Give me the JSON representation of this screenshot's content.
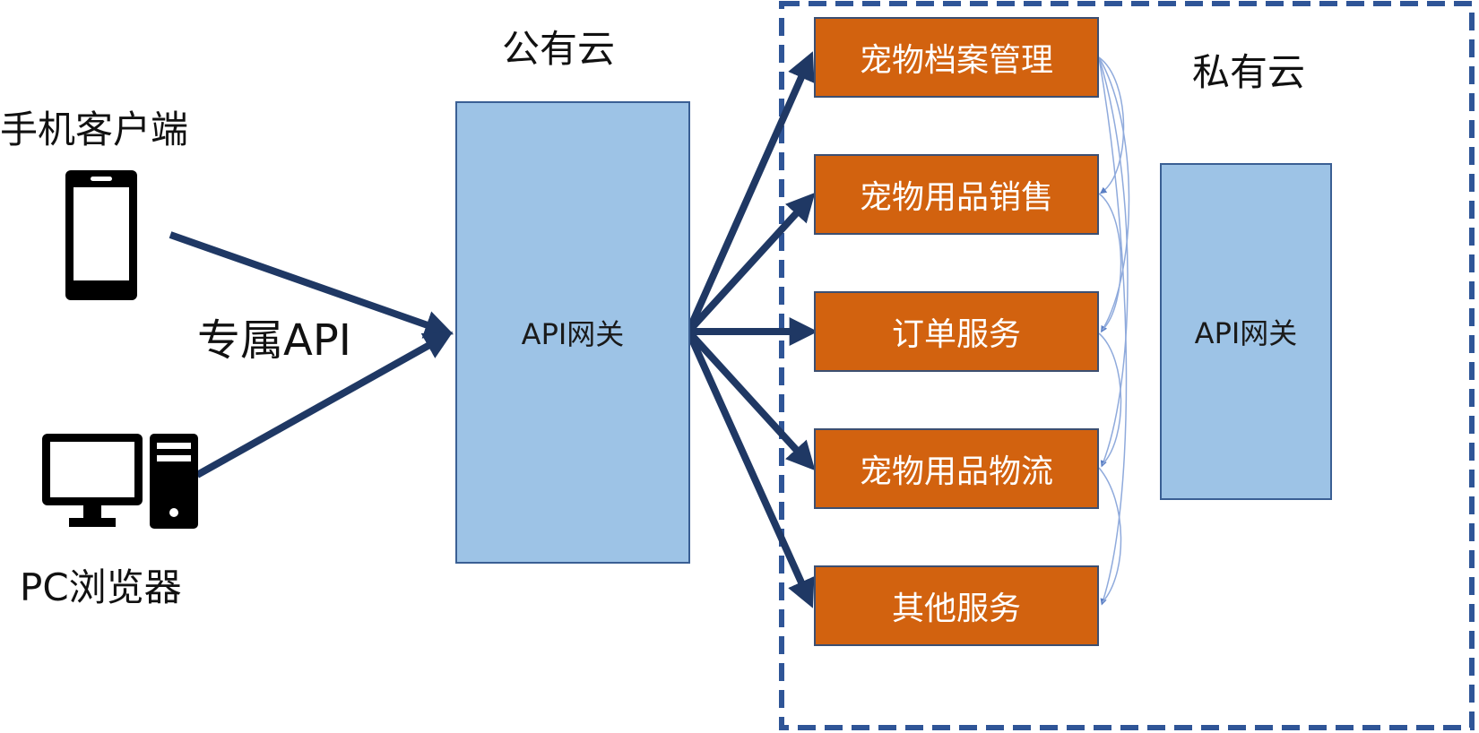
{
  "clients": {
    "mobile_label": "手机客户端",
    "pc_label": "PC浏览器",
    "channel_label": "专属API",
    "mobile_icon": "smartphone-icon",
    "pc_icon": "desktop-computer-icon"
  },
  "public_cloud": {
    "title": "公有云",
    "gateway_label": "API网关"
  },
  "private_cloud": {
    "title": "私有云",
    "gateway_label": "API网关",
    "services": [
      {
        "label": "宠物档案管理"
      },
      {
        "label": "宠物用品销售"
      },
      {
        "label": "订单服务"
      },
      {
        "label": "宠物用品物流"
      },
      {
        "label": "其他服务"
      }
    ]
  },
  "colors": {
    "arrow": "#1f3864",
    "gateway_fill": "#9dc3e6",
    "service_fill": "#d2620f",
    "private_border": "#2f5597",
    "connector": "#8faadc"
  }
}
